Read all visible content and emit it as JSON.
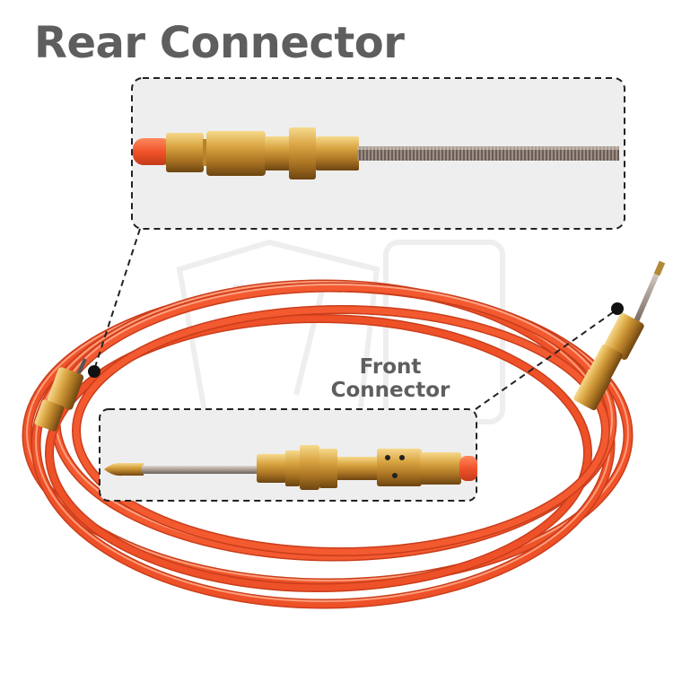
{
  "title": "Rear Connector",
  "front_label": {
    "line1": "Front",
    "line2": "Connector"
  },
  "colors": {
    "cable": "#f0532a",
    "brass": "#d9a441",
    "title_text": "#5e5e5e"
  }
}
